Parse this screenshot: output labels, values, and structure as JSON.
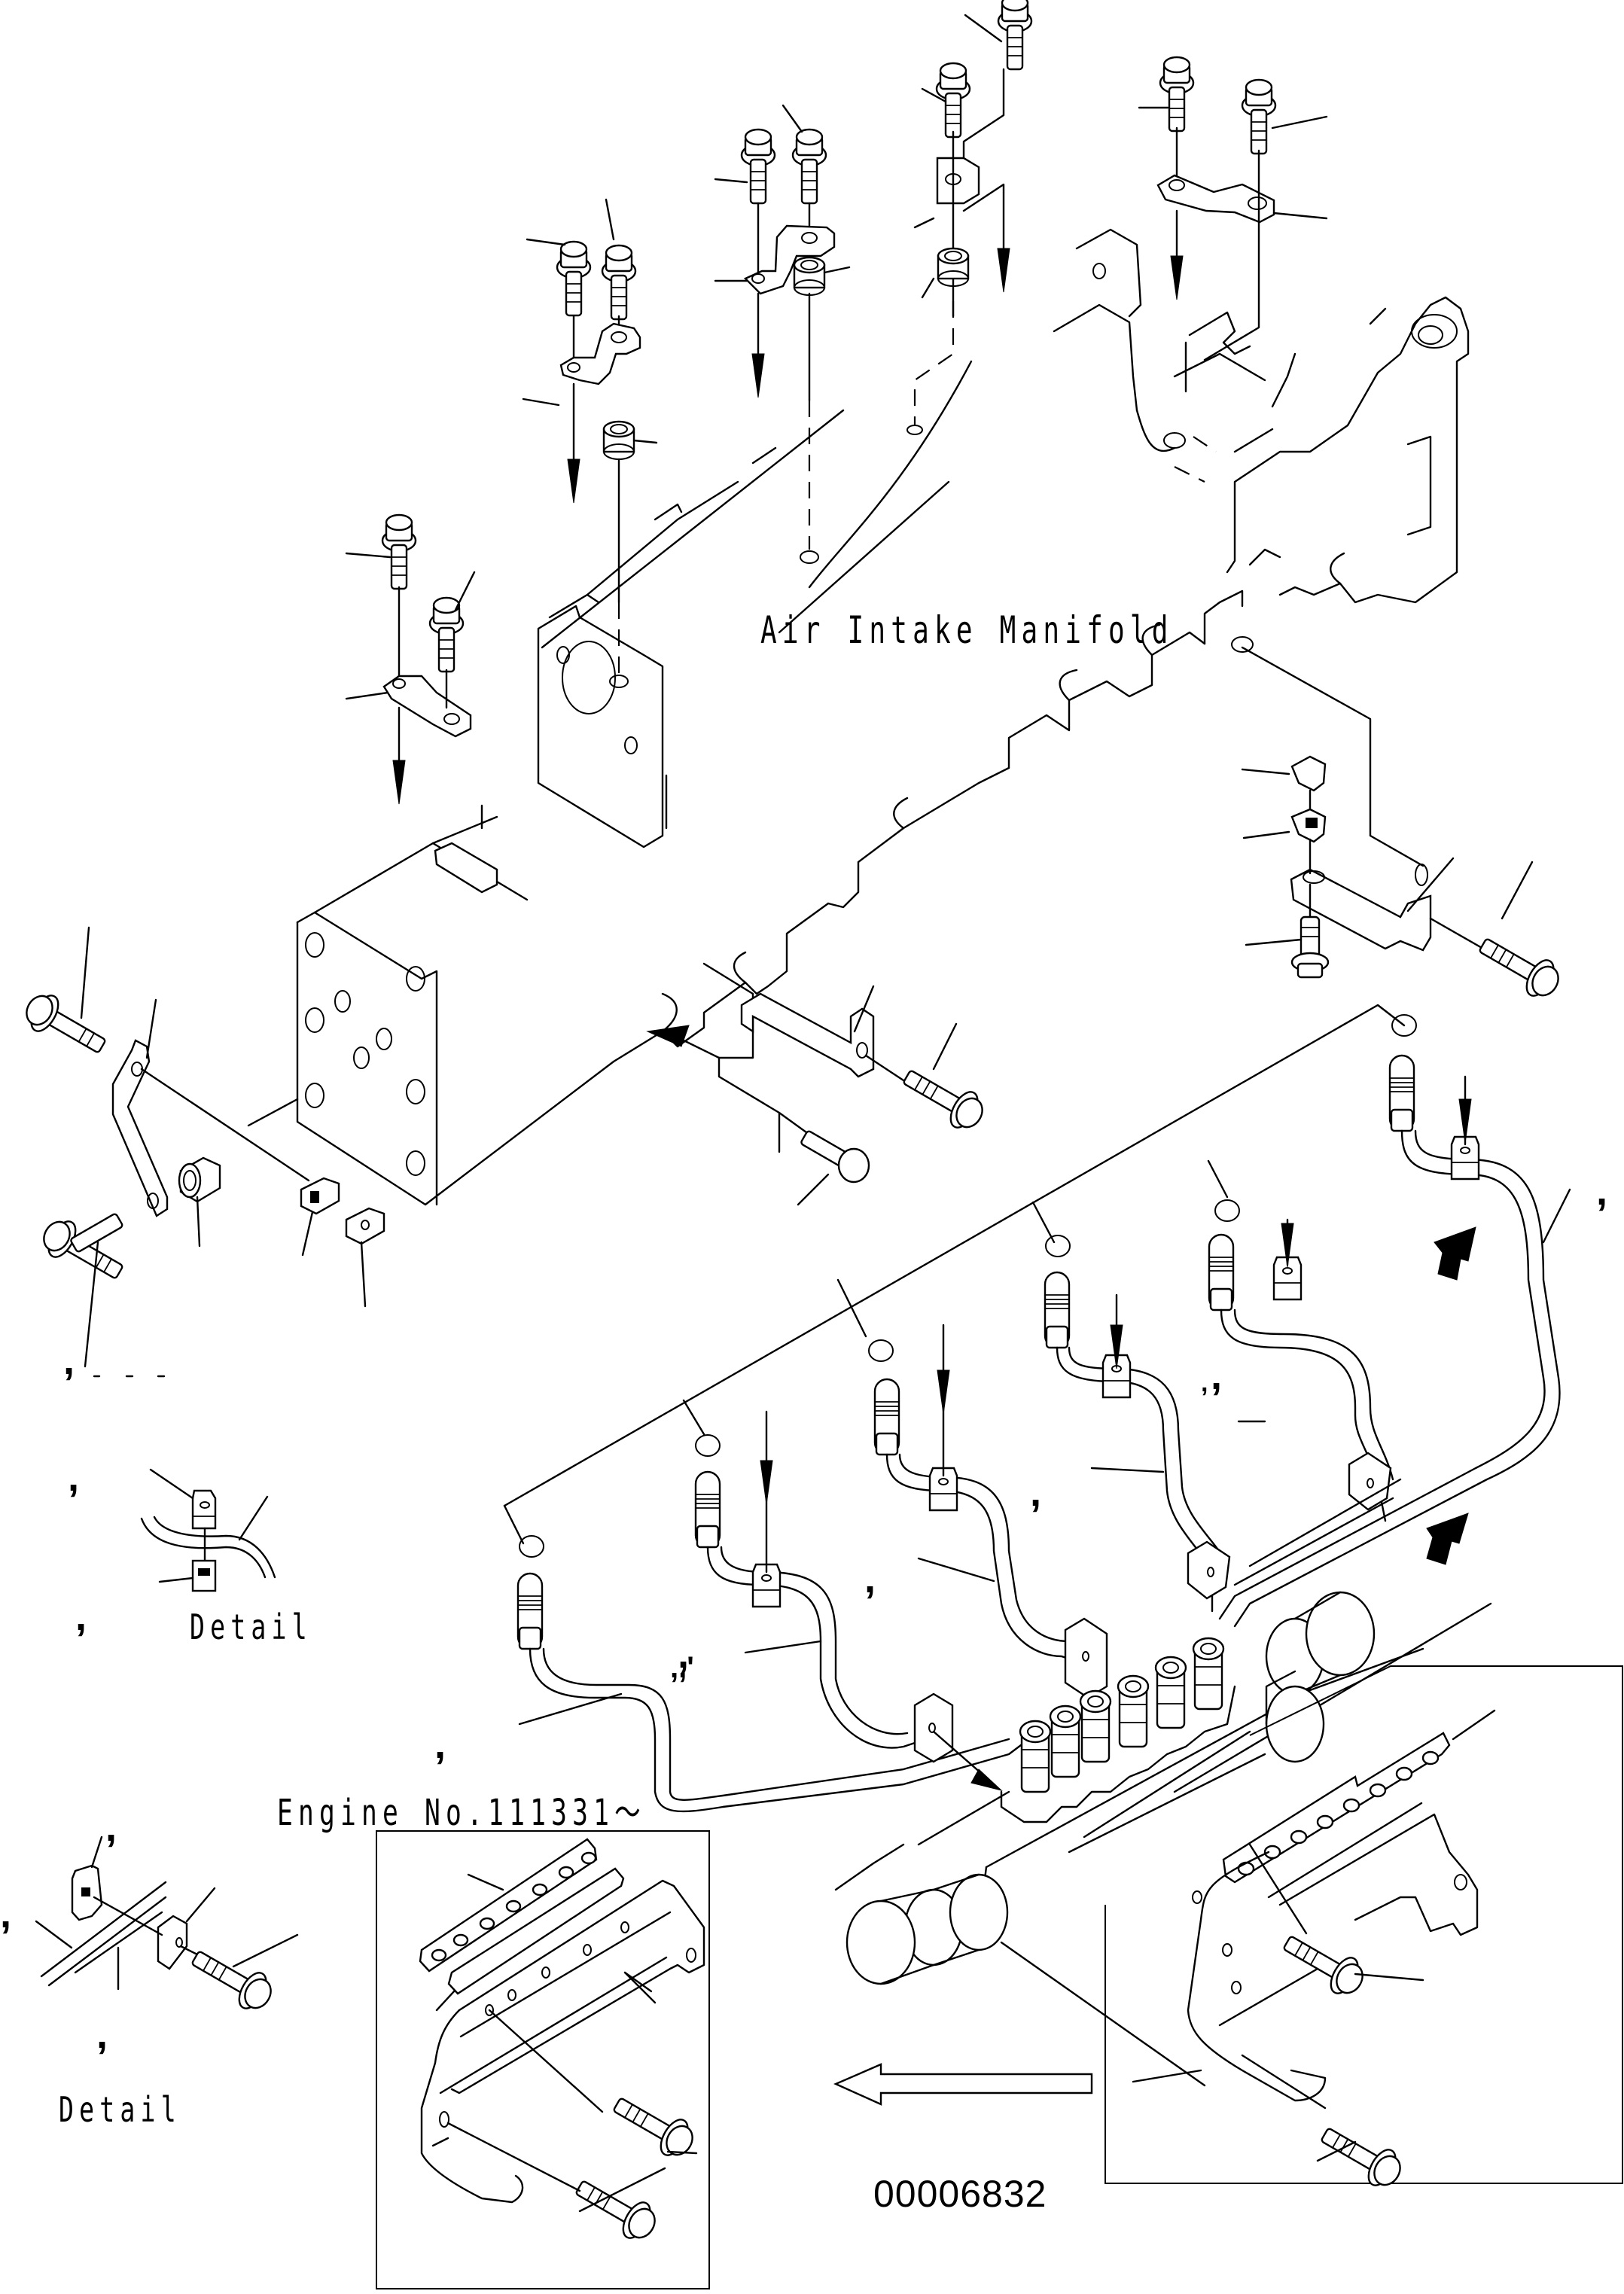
{
  "diagram": {
    "type": "exploded-parts-diagram",
    "title_label": "Air Intake Manifold",
    "serial_note": "Engine No.111331～",
    "detail_labels": [
      "Detail",
      "Detail"
    ],
    "drawing_number": "00006832",
    "callout_marks": [
      ",",
      ",",
      ",",
      ",",
      ",",
      ",",
      ",",
      ",",
      ",",
      ",",
      ",",
      ",",
      ",",
      ",,'"
    ],
    "components": [
      "air-intake-manifold",
      "flange-bolt",
      "bracket",
      "spacer-collar",
      "clamp",
      "injection-tube",
      "fuel-injection-pump",
      "tube-clamp-bracket",
      "clamp-block-holder"
    ],
    "colors": {
      "ink": "#000000",
      "paper": "#ffffff"
    }
  }
}
